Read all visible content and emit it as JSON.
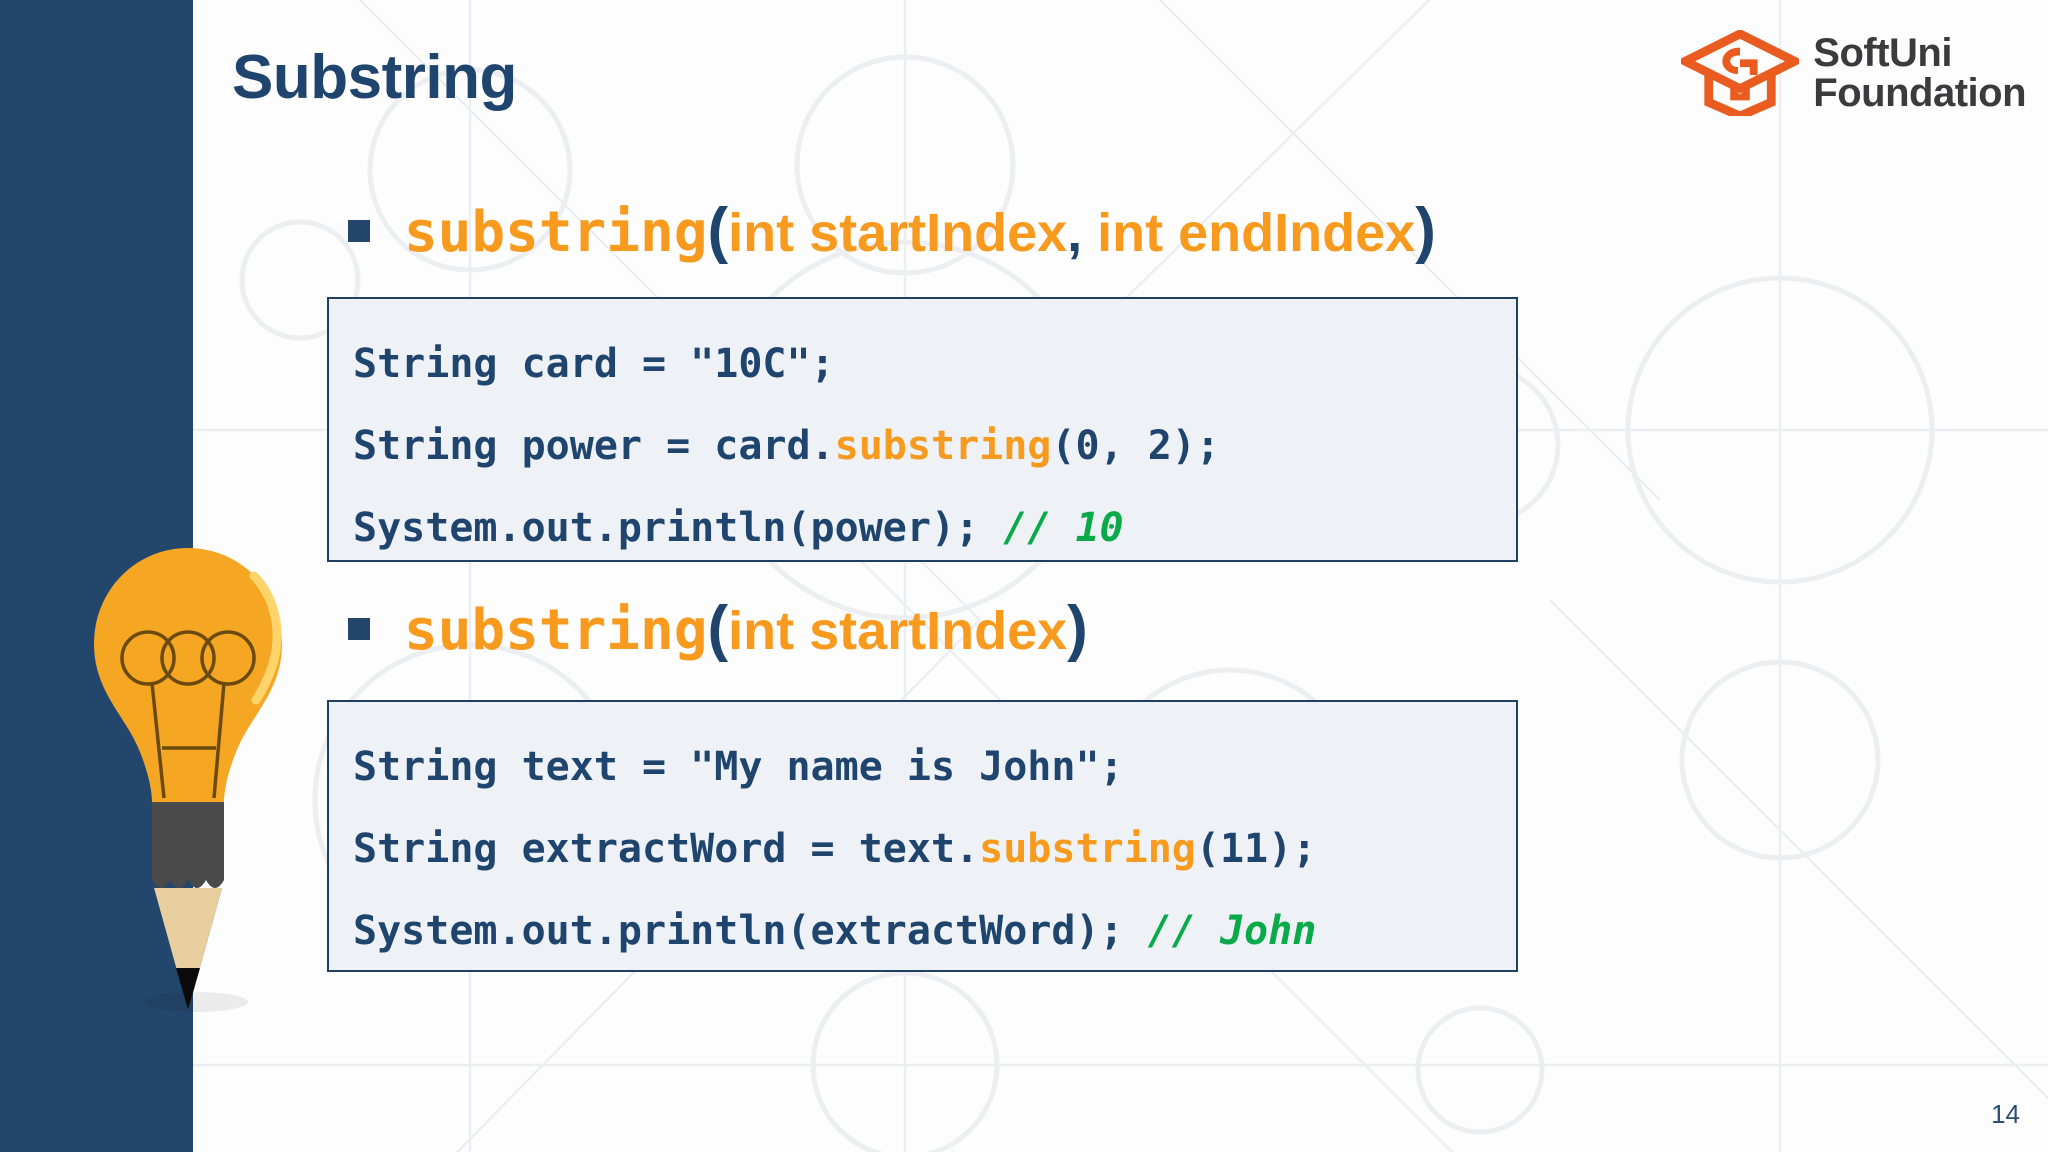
{
  "slide": {
    "title": "Substring",
    "page_number": "14",
    "colors": {
      "navy": "#23466c",
      "title_navy": "#1f456e",
      "orange": "#f79a1e",
      "code_bg": "#eef1f5",
      "code_border": "#1f3f63",
      "comment_green": "#0aa94a",
      "logo_orange": "#ea5b1f",
      "logo_text": "#3b3b3d"
    }
  },
  "logo": {
    "mark_icon": "graduation-cap-icon",
    "line1": "SoftUni",
    "line2": "Foundation"
  },
  "bullets": [
    {
      "marker_icon": "square-bullet-icon",
      "method_name": "substring",
      "open_paren": "(",
      "params": [
        {
          "text": "int startIndex"
        },
        {
          "text": "int endIndex"
        }
      ],
      "separator": ", ",
      "close_paren": ")"
    },
    {
      "marker_icon": "square-bullet-icon",
      "method_name": "substring",
      "open_paren": "(",
      "params": [
        {
          "text": "int startIndex"
        }
      ],
      "separator": "",
      "close_paren": ")"
    }
  ],
  "code_blocks": [
    {
      "lines": [
        {
          "pre": "String card = \"10C\";",
          "kw": "",
          "post": "",
          "comment": ""
        },
        {
          "pre": "String power = card.",
          "kw": "substring",
          "post": "(0, 2);",
          "comment": ""
        },
        {
          "pre": "System.out.println(power); ",
          "kw": "",
          "post": "",
          "comment": "// 10"
        }
      ]
    },
    {
      "lines": [
        {
          "pre": "String text = \"My name is John\";",
          "kw": "",
          "post": "",
          "comment": ""
        },
        {
          "pre": "String extractWord = text.",
          "kw": "substring",
          "post": "(11);",
          "comment": ""
        },
        {
          "pre": "System.out.println(extractWord); ",
          "kw": "",
          "post": "",
          "comment": "// John"
        }
      ]
    }
  ],
  "illustration": {
    "name": "lightbulb-pencil-icon"
  }
}
